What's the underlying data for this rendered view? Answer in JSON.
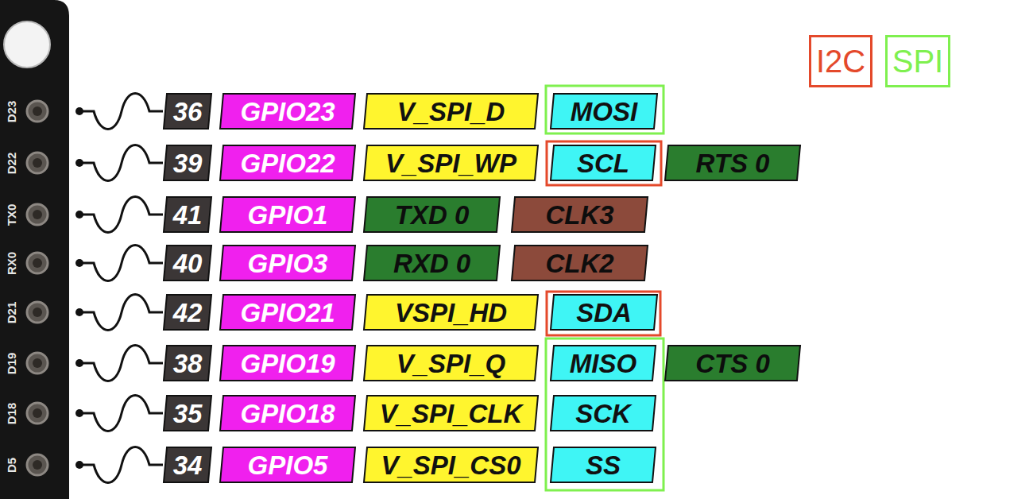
{
  "diagram": {
    "nodes": [
      {
        "text": [
          "36"
        ]
      },
      {
        "text": [
          "GPIO23"
        ]
      },
      {
        "text": [
          "V_SPI_D"
        ]
      },
      {
        "text": [
          "MOSI"
        ]
      },
      {
        "text": [
          "39"
        ]
      },
      {
        "text": [
          "GPIO22"
        ]
      },
      {
        "text": [
          "V_SPI_WP"
        ]
      },
      {
        "text": [
          "SCL"
        ]
      },
      {
        "text": [
          "RTS 0"
        ]
      },
      {
        "text": [
          "41"
        ]
      },
      {
        "text": [
          "GPIO1"
        ]
      },
      {
        "text": [
          "TXD 0"
        ]
      },
      {
        "text": [
          "CLK3"
        ]
      },
      {
        "text": [
          "40"
        ]
      },
      {
        "text": [
          "GPIO3"
        ]
      },
      {
        "text": [
          "RXD 0"
        ]
      },
      {
        "text": [
          "CLK2"
        ]
      },
      {
        "text": [
          "42"
        ]
      },
      {
        "text": [
          "GPIO21"
        ]
      },
      {
        "text": [
          "VSPI_HD"
        ]
      },
      {
        "text": [
          "SDA"
        ]
      },
      {
        "text": [
          "38"
        ]
      },
      {
        "text": [
          "GPIO19"
        ]
      },
      {
        "text": [
          "V_SPI_Q"
        ]
      },
      {
        "text": [
          "MISO"
        ]
      },
      {
        "text": [
          "CTS 0"
        ]
      },
      {
        "text": [
          "35"
        ]
      },
      {
        "text": [
          "GPIO18"
        ]
      },
      {
        "text": [
          "V_SPI_CLK"
        ]
      },
      {
        "text": [
          "SCK"
        ]
      },
      {
        "text": [
          "34"
        ]
      },
      {
        "text": [
          "GPIO5"
        ]
      },
      {
        "text": [
          "V_SPI_CS0"
        ]
      },
      {
        "text": [
          "SS"
        ]
      }
    ],
    "labels": [
      "D23",
      "D22",
      "TX0",
      "RX0",
      "D21",
      "D19",
      "D18",
      "D5"
    ],
    "legend": [
      {
        "text": "I2C",
        "color": "#e4492b"
      },
      {
        "text": "SPI",
        "color": "#7ff04f"
      }
    ]
  }
}
